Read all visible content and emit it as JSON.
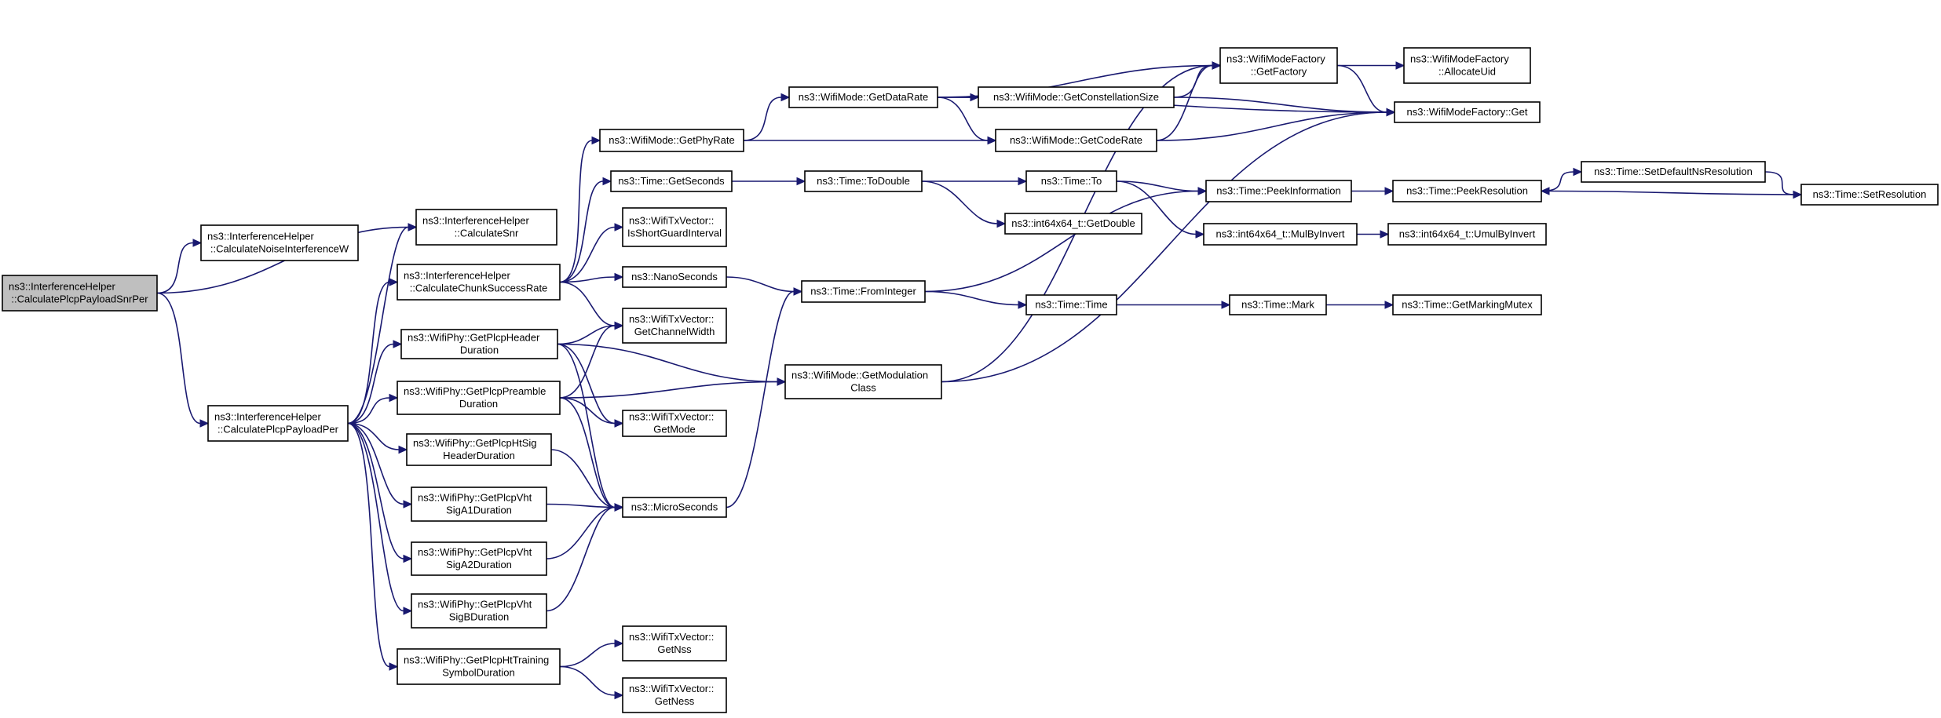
{
  "nodes": [
    {
      "id": "n0",
      "lines": [
        "ns3::InterferenceHelper",
        "::CalculatePlcpPayloadSnrPer"
      ],
      "root": true
    },
    {
      "id": "n1",
      "lines": [
        "ns3::InterferenceHelper",
        "::CalculateNoiseInterferenceW"
      ]
    },
    {
      "id": "n2",
      "lines": [
        "ns3::InterferenceHelper",
        "::CalculateSnr"
      ]
    },
    {
      "id": "n3",
      "lines": [
        "ns3::InterferenceHelper",
        "::CalculatePlcpPayloadPer"
      ]
    },
    {
      "id": "n4",
      "lines": [
        "ns3::InterferenceHelper",
        "::CalculateChunkSuccessRate"
      ]
    },
    {
      "id": "n5",
      "lines": [
        "ns3::WifiPhy::GetPlcpHeader",
        "Duration"
      ]
    },
    {
      "id": "n6",
      "lines": [
        "ns3::WifiPhy::GetPlcpPreamble",
        "Duration"
      ]
    },
    {
      "id": "n7",
      "lines": [
        "ns3::WifiPhy::GetPlcpHtSig",
        "HeaderDuration"
      ]
    },
    {
      "id": "n8",
      "lines": [
        "ns3::WifiPhy::GetPlcpVht",
        "SigA1Duration"
      ]
    },
    {
      "id": "n9",
      "lines": [
        "ns3::WifiPhy::GetPlcpVht",
        "SigA2Duration"
      ]
    },
    {
      "id": "n10",
      "lines": [
        "ns3::WifiPhy::GetPlcpVht",
        "SigBDuration"
      ]
    },
    {
      "id": "n11",
      "lines": [
        "ns3::WifiPhy::GetPlcpHtTraining",
        "SymbolDuration"
      ]
    },
    {
      "id": "n12",
      "lines": [
        "ns3::WifiMode::GetPhyRate"
      ]
    },
    {
      "id": "n13",
      "lines": [
        "ns3::Time::GetSeconds"
      ]
    },
    {
      "id": "n14",
      "lines": [
        "ns3::WifiTxVector::",
        "IsShortGuardInterval"
      ]
    },
    {
      "id": "n15",
      "lines": [
        "ns3::NanoSeconds"
      ]
    },
    {
      "id": "n16",
      "lines": [
        "ns3::WifiTxVector::",
        "GetChannelWidth"
      ]
    },
    {
      "id": "n17",
      "lines": [
        "ns3::WifiTxVector::",
        "GetMode"
      ]
    },
    {
      "id": "n18",
      "lines": [
        "ns3::MicroSeconds"
      ]
    },
    {
      "id": "n19",
      "lines": [
        "ns3::WifiTxVector::",
        "GetNss"
      ]
    },
    {
      "id": "n20",
      "lines": [
        "ns3::WifiTxVector::",
        "GetNess"
      ]
    },
    {
      "id": "n21",
      "lines": [
        "ns3::WifiMode::GetDataRate"
      ]
    },
    {
      "id": "n22",
      "lines": [
        "ns3::Time::ToDouble"
      ]
    },
    {
      "id": "n23",
      "lines": [
        "ns3::Time::FromInteger"
      ]
    },
    {
      "id": "n24",
      "lines": [
        "ns3::WifiMode::GetModulation",
        "Class"
      ]
    },
    {
      "id": "n25",
      "lines": [
        "ns3::WifiMode::GetConstellationSize"
      ]
    },
    {
      "id": "n26",
      "lines": [
        "ns3::WifiMode::GetCodeRate"
      ]
    },
    {
      "id": "n27",
      "lines": [
        "ns3::Time::To"
      ]
    },
    {
      "id": "n28",
      "lines": [
        "ns3::int64x64_t::GetDouble"
      ]
    },
    {
      "id": "n29",
      "lines": [
        "ns3::Time::Time"
      ]
    },
    {
      "id": "n30",
      "lines": [
        "ns3::WifiModeFactory",
        "::GetFactory"
      ]
    },
    {
      "id": "n31",
      "lines": [
        "ns3::Time::PeekInformation"
      ]
    },
    {
      "id": "n32",
      "lines": [
        "ns3::int64x64_t::MulByInvert"
      ]
    },
    {
      "id": "n33",
      "lines": [
        "ns3::Time::Mark"
      ]
    },
    {
      "id": "n34",
      "lines": [
        "ns3::WifiModeFactory",
        "::AllocateUid"
      ]
    },
    {
      "id": "n35",
      "lines": [
        "ns3::WifiModeFactory::Get"
      ]
    },
    {
      "id": "n36",
      "lines": [
        "ns3::Time::PeekResolution"
      ]
    },
    {
      "id": "n37",
      "lines": [
        "ns3::int64x64_t::UmulByInvert"
      ]
    },
    {
      "id": "n38",
      "lines": [
        "ns3::Time::GetMarkingMutex"
      ]
    },
    {
      "id": "n39",
      "lines": [
        "ns3::Time::SetDefaultNsResolution"
      ]
    },
    {
      "id": "n40",
      "lines": [
        "ns3::Time::SetResolution"
      ]
    }
  ],
  "edges": [
    [
      "n0",
      "n1"
    ],
    [
      "n0",
      "n2"
    ],
    [
      "n0",
      "n3"
    ],
    [
      "n3",
      "n2"
    ],
    [
      "n3",
      "n4"
    ],
    [
      "n3",
      "n5"
    ],
    [
      "n3",
      "n6"
    ],
    [
      "n3",
      "n7"
    ],
    [
      "n3",
      "n8"
    ],
    [
      "n3",
      "n9"
    ],
    [
      "n3",
      "n10"
    ],
    [
      "n3",
      "n11"
    ],
    [
      "n4",
      "n12"
    ],
    [
      "n4",
      "n13"
    ],
    [
      "n4",
      "n14"
    ],
    [
      "n4",
      "n15"
    ],
    [
      "n4",
      "n16"
    ],
    [
      "n5",
      "n16"
    ],
    [
      "n5",
      "n24"
    ],
    [
      "n5",
      "n17"
    ],
    [
      "n5",
      "n18"
    ],
    [
      "n6",
      "n16"
    ],
    [
      "n6",
      "n17"
    ],
    [
      "n6",
      "n18"
    ],
    [
      "n6",
      "n24"
    ],
    [
      "n7",
      "n18"
    ],
    [
      "n8",
      "n18"
    ],
    [
      "n9",
      "n18"
    ],
    [
      "n10",
      "n18"
    ],
    [
      "n11",
      "n19"
    ],
    [
      "n11",
      "n20"
    ],
    [
      "n12",
      "n21"
    ],
    [
      "n12",
      "n26"
    ],
    [
      "n13",
      "n22"
    ],
    [
      "n15",
      "n23"
    ],
    [
      "n18",
      "n23"
    ],
    [
      "n21",
      "n25"
    ],
    [
      "n21",
      "n26"
    ],
    [
      "n21",
      "n30"
    ],
    [
      "n21",
      "n35"
    ],
    [
      "n25",
      "n30"
    ],
    [
      "n25",
      "n35"
    ],
    [
      "n26",
      "n30"
    ],
    [
      "n26",
      "n35"
    ],
    [
      "n22",
      "n27"
    ],
    [
      "n22",
      "n28"
    ],
    [
      "n27",
      "n31"
    ],
    [
      "n27",
      "n32"
    ],
    [
      "n23",
      "n31"
    ],
    [
      "n23",
      "n29"
    ],
    [
      "n29",
      "n33"
    ],
    [
      "n24",
      "n30"
    ],
    [
      "n24",
      "n35"
    ],
    [
      "n30",
      "n34"
    ],
    [
      "n30",
      "n35"
    ],
    [
      "n31",
      "n36"
    ],
    [
      "n32",
      "n37"
    ],
    [
      "n33",
      "n38"
    ],
    [
      "n36",
      "n39"
    ],
    [
      "n39",
      "n40"
    ],
    [
      "n40",
      "n36"
    ]
  ]
}
